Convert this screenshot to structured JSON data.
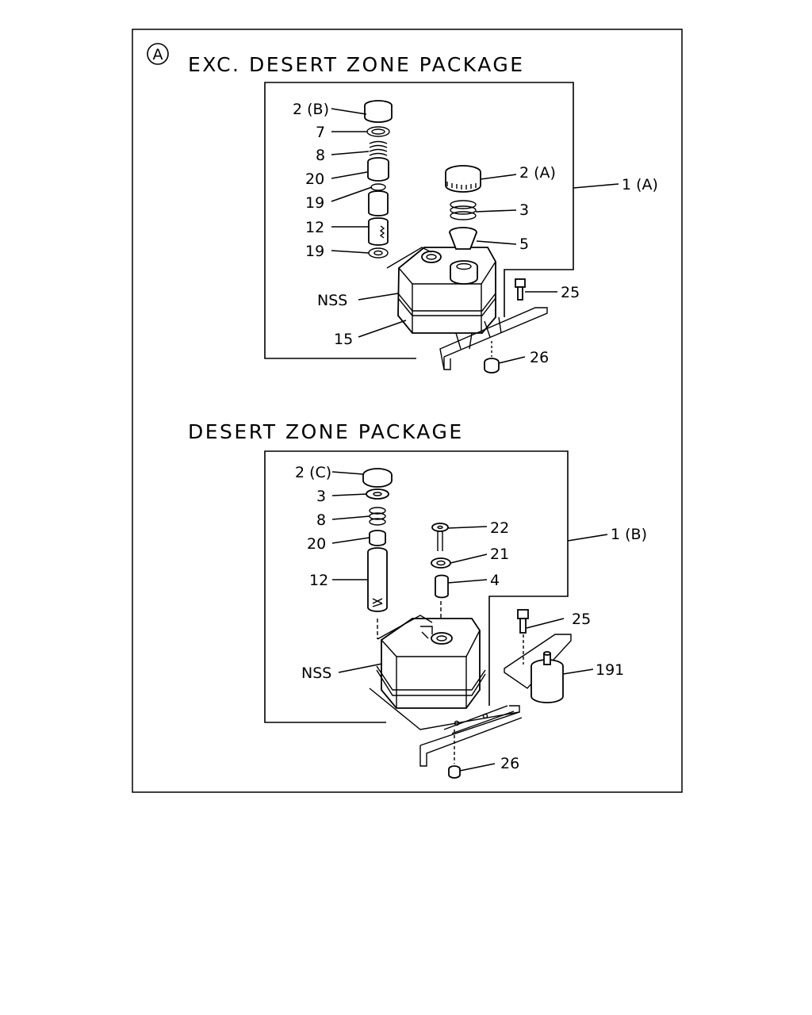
{
  "diagram": {
    "section_mark": "A",
    "section_a": {
      "title": "EXC. DESERT  ZONE  PACKAGE",
      "assembly_label": "1 (A)",
      "callouts": {
        "cap_b": "2 (B)",
        "p7": "7",
        "p8": "8",
        "p20": "20",
        "p19_top": "19",
        "p12": "12",
        "p19_bottom": "19",
        "nss": "NSS",
        "p15": "15",
        "cap_a": "2 (A)",
        "p3": "3",
        "p5": "5",
        "p25": "25",
        "p26": "26"
      }
    },
    "section_b": {
      "title": "DESERT  ZONE  PACKAGE",
      "assembly_label": "1 (B)",
      "callouts": {
        "cap_c": "2 (C)",
        "p3": "3",
        "p8": "8",
        "p20": "20",
        "p12": "12",
        "p22": "22",
        "p21": "21",
        "p4": "4",
        "nss": "NSS",
        "p25": "25",
        "p191": "191",
        "p26": "26"
      }
    }
  }
}
